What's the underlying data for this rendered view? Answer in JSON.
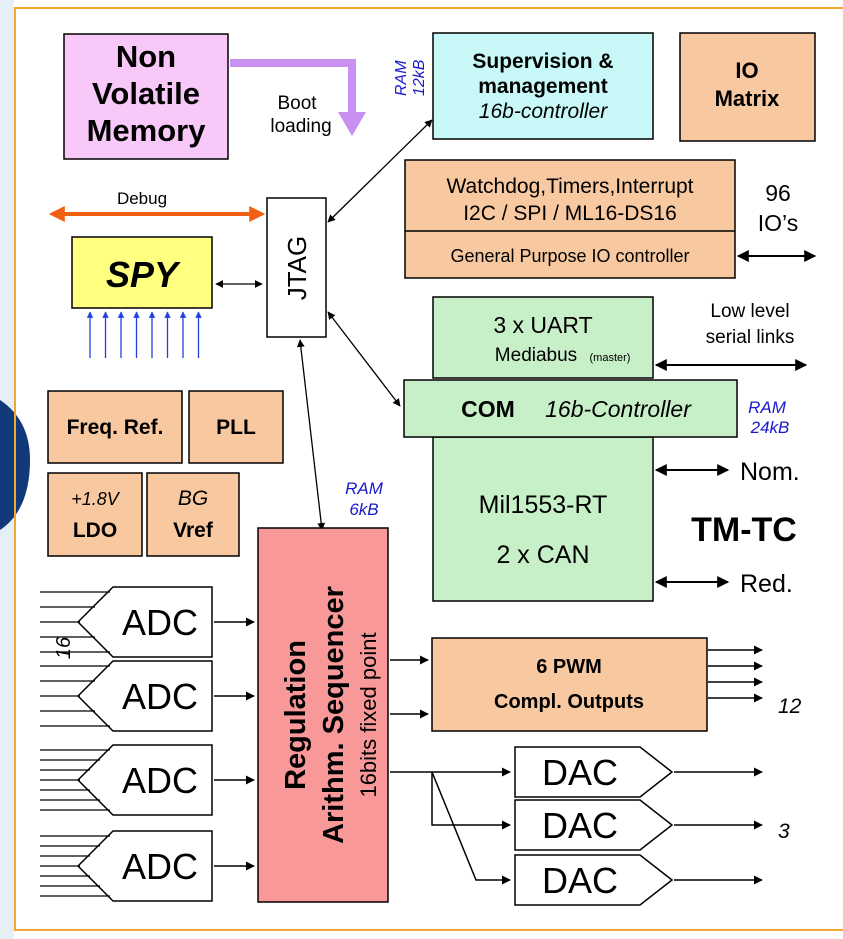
{
  "nvm": {
    "line1": "Non",
    "line2": "Volatile",
    "line3": "Memory"
  },
  "boot": {
    "line1": "Boot",
    "line2": "loading"
  },
  "supervision": {
    "ram1": "RAM",
    "ram2": "12kB",
    "line1": "Supervision &",
    "line2": "management",
    "line3": "16b-controller"
  },
  "io_matrix": {
    "line1": "IO",
    "line2": "Matrix"
  },
  "peripherals": {
    "line1": "Watchdog,Timers,Interrupt",
    "line2": "I2C / SPI / ML16-DS16",
    "line3": "General Purpose IO controller"
  },
  "ios": {
    "line1": "96",
    "line2": "IO’s"
  },
  "debug_label": "Debug",
  "spy_label": "SPY",
  "jtag_label": "JTAG",
  "uart": {
    "line1": "3 x UART",
    "line2": "Mediabus",
    "line2_small": "(master)"
  },
  "low_level": {
    "line1": "Low level",
    "line2": "serial links"
  },
  "com": {
    "bold": "COM",
    "italic": "16b-Controller",
    "ram1": "RAM",
    "ram2": "24kB"
  },
  "mil": {
    "line1": "Mil1553-RT",
    "line2": "2 x CAN"
  },
  "tmtc": {
    "title": "TM-TC",
    "nom": "Nom.",
    "red": "Red."
  },
  "freq_ref": "Freq. Ref.",
  "pll": "PLL",
  "ldo": {
    "line1": "+1.8V",
    "line2": "LDO"
  },
  "bg": {
    "line1": "BG",
    "line2": "Vref"
  },
  "seq": {
    "ram1": "RAM",
    "ram2": "6kB",
    "line1": "Regulation",
    "line2": "Arithm. Sequencer",
    "line3": "16bits fixed point"
  },
  "adc_label": "ADC",
  "adc_count": "16",
  "pwm": {
    "line1": "6 PWM",
    "line2": "Compl. Outputs",
    "count": "12"
  },
  "dac_label": "DAC",
  "dac_count": "3",
  "colors": {
    "orange_block": "#f8c8a0",
    "green_block": "#c8f0c8",
    "cyan_block": "#c8f8f8",
    "pink_block": "#f8c8f8",
    "red_block": "#f89898",
    "yellow_block": "#ffff80",
    "frame": "#f0a830",
    "ram_text": "#1a1acc",
    "debug_arrow": "#f06010",
    "boot_arrow": "#c890f0"
  }
}
